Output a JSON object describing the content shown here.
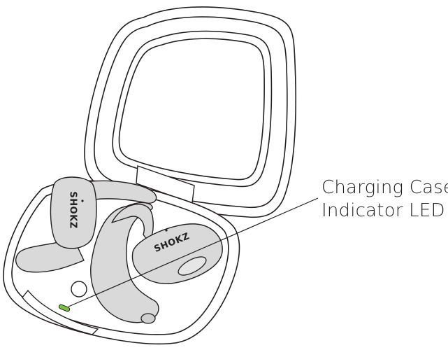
{
  "callout": {
    "line1": "Charging Case",
    "line2": "Indicator LED"
  },
  "brand": {
    "logo_text_left": "SHOKZ",
    "logo_text_right": "SHOKZ"
  },
  "colors": {
    "outline": "#231f20",
    "earbud_fill": "#d9d9d9",
    "led": "#7ac143",
    "case_fill": "#ffffff"
  },
  "icons": {
    "led": "green-led-indicator"
  }
}
